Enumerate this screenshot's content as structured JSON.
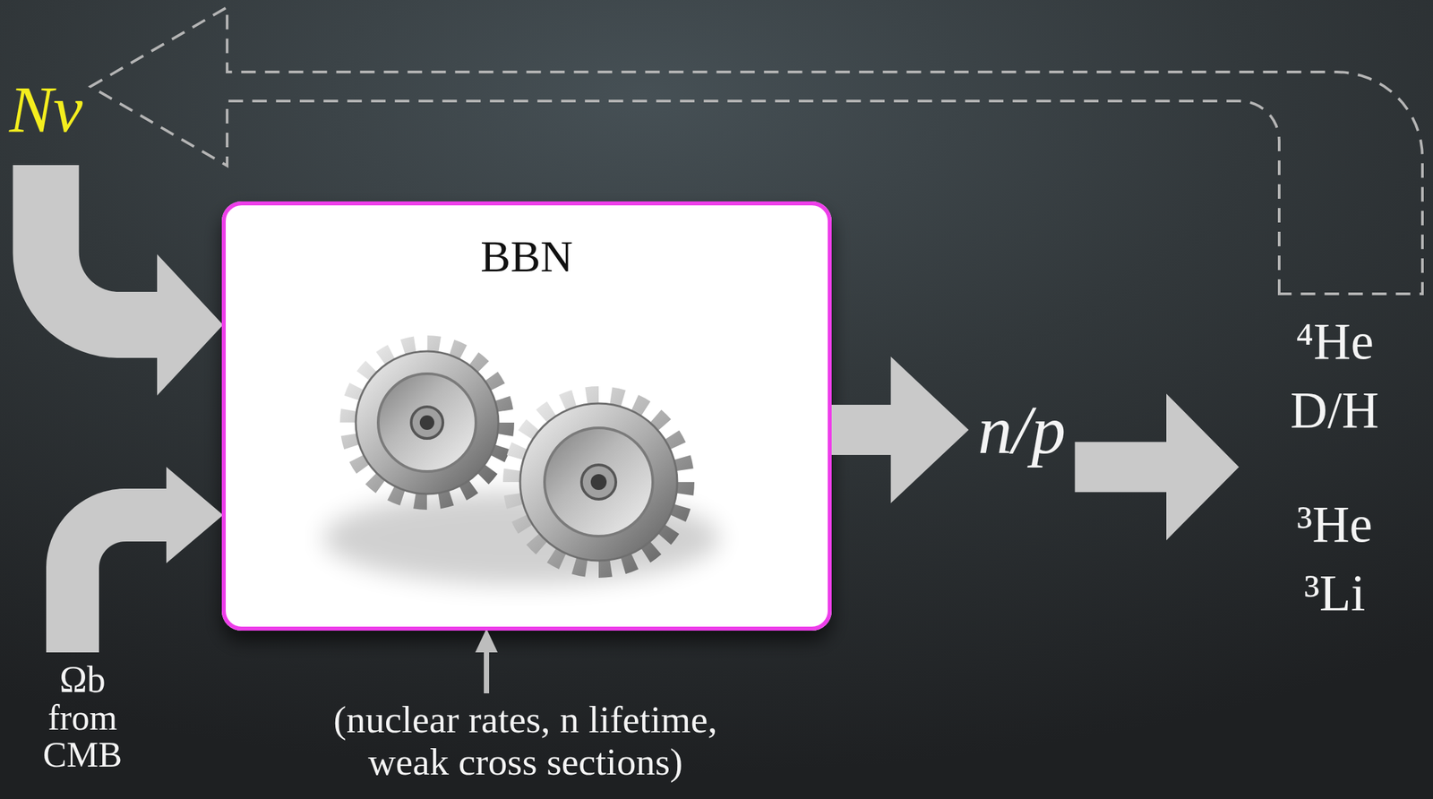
{
  "diagram": {
    "nodes": [
      {
        "text": [
          "Nν"
        ]
      },
      {
        "text": [
          "BBN"
        ]
      },
      {
        "text": [
          "n/p"
        ]
      },
      {
        "text": [
          "⁴He",
          "D/H",
          "³He",
          "³Li"
        ]
      },
      {
        "text": [
          "Ωb",
          "from CMB"
        ]
      },
      {
        "text": [
          "(nuclear rates, n lifetime, weak cross sections)"
        ]
      }
    ],
    "edges": [
      {
        "from": 0,
        "to": 1,
        "arrow": "to"
      },
      {
        "from": 4,
        "to": 1,
        "arrow": "to"
      },
      {
        "from": 5,
        "to": 1,
        "arrow": "to"
      },
      {
        "from": 1,
        "to": 2,
        "arrow": "to"
      },
      {
        "from": 2,
        "to": 3,
        "arrow": "to"
      },
      {
        "from": 3,
        "to": 0,
        "arrow": "to"
      }
    ]
  }
}
